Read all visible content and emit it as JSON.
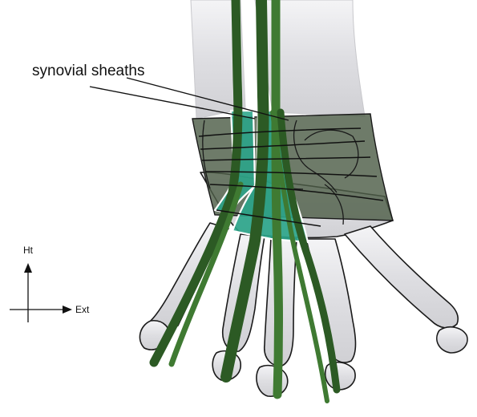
{
  "labels": {
    "sheath": "synovial sheaths",
    "axis_vertical": "Ht",
    "axis_horizontal": "Ext"
  },
  "colors": {
    "bone_fill": "#dcdcde",
    "outline": "#1a1a1a",
    "tendon": "#3f7a32",
    "tendon_dark": "#2c5a24",
    "retinaculum": "#4e5e48",
    "sheath": "#2aa58a",
    "sheath_border": "#ffffff"
  }
}
